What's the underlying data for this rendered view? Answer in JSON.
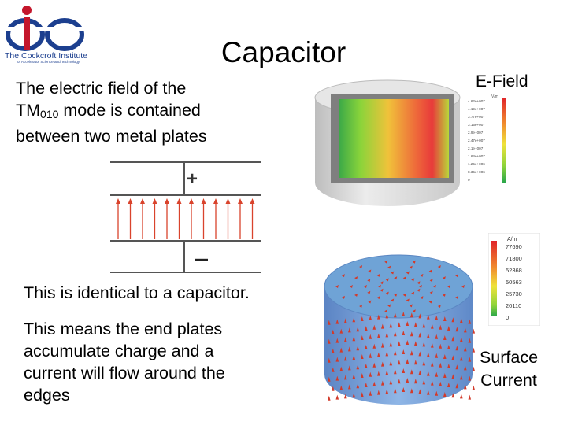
{
  "logo": {
    "name": "The Cockcroft Institute",
    "tagline": "of Accelerator Science and Technology"
  },
  "title": "Capacitor",
  "intro": {
    "prefix": "The electric field of the",
    "mode_main": "TM",
    "mode_sub": "010",
    "suffix": "mode is contained between two metal plates"
  },
  "identical_text": "This is identical to a capacitor.",
  "means_text": "This means the end plates accumulate charge and a current will flow around the edges",
  "efield": {
    "label": "E-Field",
    "colorbar_unit": "V/m",
    "colorbar_values": [
      "4.62e+007",
      "4.19e+007",
      "3.77e+007",
      "3.15e+007",
      "2.9e+007",
      "2.47e+007",
      "2.1e+007",
      "1.64e+007",
      "1.25e+006",
      "8.35e+006",
      "0"
    ]
  },
  "surface": {
    "label": "Surface Current",
    "colorbar_unit": "A/m",
    "colorbar_values": [
      "77690",
      "71800",
      "52368",
      "50563",
      "25730",
      "20110",
      "0"
    ]
  },
  "colors": {
    "arrow": "#d9432c",
    "plate": "#555555",
    "cylinder_blue": "#6f9fd8",
    "cylinder_gray": "#cfcfcf"
  }
}
